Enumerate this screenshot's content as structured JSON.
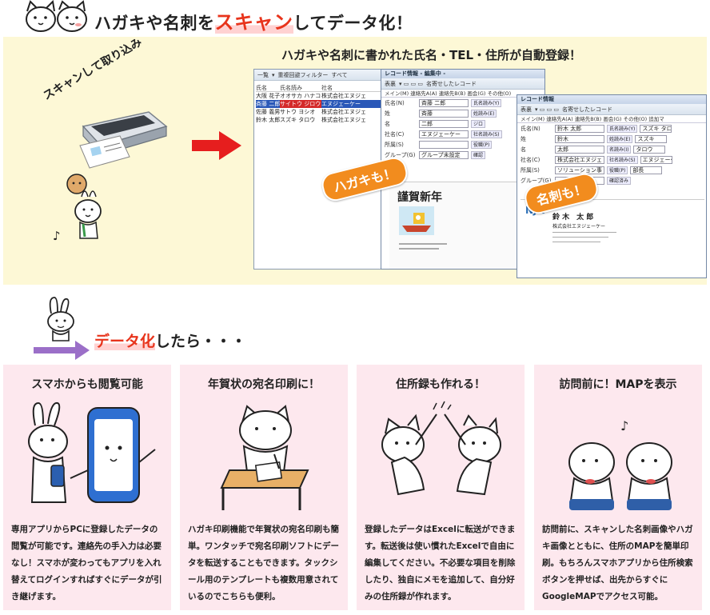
{
  "header": {
    "title_before": "ハガキや名刺を",
    "title_highlight": "スキャン",
    "title_after": "してデータ化！"
  },
  "hero": {
    "panel_title": "ハガキや名刺に書かれた氏名・TEL・住所が自動登録！",
    "scan_label": "スキャンして取り込み",
    "badge_hagaki": "ハガキも！",
    "badge_meishi": "名刺も！",
    "list_window": {
      "toolbar": [
        "一覧",
        "重複回避フィルター",
        "すべて"
      ],
      "columns": [
        "氏名",
        "氏名読み",
        "社名"
      ],
      "rows": [
        [
          "大阪 花子",
          "オオサカ ハナコ",
          "株式会社エヌジェ"
        ],
        [
          "斉藤 二郎",
          "サイトウ ジロウ",
          "エヌジェーケー"
        ],
        [
          "佐藤 義男",
          "サトウ ヨシオ",
          "株式会社エヌジェ"
        ],
        [
          "鈴木 太郎",
          "スズキ タロウ",
          "株式会社エヌジェ"
        ]
      ],
      "selected_row": 1
    },
    "record_window_1": {
      "title": "レコード情報 - 編集中 -",
      "toolbar_label": "表裏",
      "toolbar_button": "名寄せしたレコード",
      "menu": "メイン(M)  連絡先A(A)  連絡先B(B)  画会(G)  その他(O)",
      "fields": [
        {
          "label": "氏名(N)",
          "value": "斉藤 二郎",
          "button": "氏名読み(Y)"
        },
        {
          "label": "姓",
          "value": "斉藤",
          "button": "姓読み(E)"
        },
        {
          "label": "名",
          "value": "二郎",
          "button": "ジロ"
        },
        {
          "label": "社名(C)",
          "value": "エヌジェーケー",
          "button": "社名読み(S)"
        },
        {
          "label": "所属(S)",
          "value": "",
          "button": "役職(P)"
        },
        {
          "label": "グループ(G)",
          "value": "グループ未設定",
          "button": "確認"
        }
      ],
      "card_greeting": "謹賀新年"
    },
    "record_window_2": {
      "title": "レコード情報",
      "toolbar_label": "表裏",
      "toolbar_button": "名寄せしたレコード",
      "menu": "メイン(M)  連絡先A(A)  連絡先B(B)  画会(G)  その他(O)  追加マ",
      "fields": [
        {
          "label": "氏名(N)",
          "value": "鈴木 太郎",
          "button": "氏名読み(Y)",
          "extra": "スズキ タロ"
        },
        {
          "label": "姓",
          "value": "鈴木",
          "button": "姓読み(E)",
          "extra": "スズキ"
        },
        {
          "label": "名",
          "value": "太郎",
          "button": "名読み(I)",
          "extra": "タロウ"
        },
        {
          "label": "社名(C)",
          "value": "株式会社エヌジェ",
          "button": "社名読み(S)",
          "extra": "エヌジェーケー"
        },
        {
          "label": "所属(S)",
          "value": "ソリューション事",
          "button": "役職(P)",
          "extra": "部長"
        },
        {
          "label": "グループ(G)",
          "value": "",
          "button": "確認済み",
          "extra": ""
        }
      ],
      "card_logo": "NJK",
      "card_name": "鈴 木　太 郎",
      "card_company": "株式会社エヌジェーケー"
    }
  },
  "section2": {
    "heading_highlight": "データ化",
    "heading_rest": "したら・・・"
  },
  "cards": [
    {
      "title": "スマホからも閲覧可能",
      "body": "専用アプリからPCに登録したデータの閲覧が可能です。連絡先の手入力は必要なし！スマホが変わってもアプリを入れ替えてログインすればすぐにデータが引き継げます。"
    },
    {
      "title": "年賀状の宛名印刷に！",
      "body": "ハガキ印刷機能で年賀状の宛名印刷も簡単。ワンタッチで宛名印刷ソフトにデータを転送することもできます。タックシール用のテンプレートも複数用意されているのでこちらも便利。"
    },
    {
      "title": "住所録も作れる！",
      "body": "登録したデータはExcelに転送ができます。転送後は使い慣れたExcelで自由に編集してください。不必要な項目を削除したり、独自にメモを追加して、自分好みの住所録が作れます。"
    },
    {
      "title": "訪問前に！MAPを表示",
      "body": "訪問前に、スキャンした名刺画像やハガキ画像とともに、住所のMAPを簡単印刷。もちろんスマホアプリから住所検索ボタンを押せば、出先からすぐにGoogleMAPでアクセス可能。"
    }
  ],
  "colors": {
    "accent": "#e8341c",
    "panel_bg": "#fdf8d6",
    "card_bg": "#fde8ee",
    "badge": "#f28c1e"
  }
}
